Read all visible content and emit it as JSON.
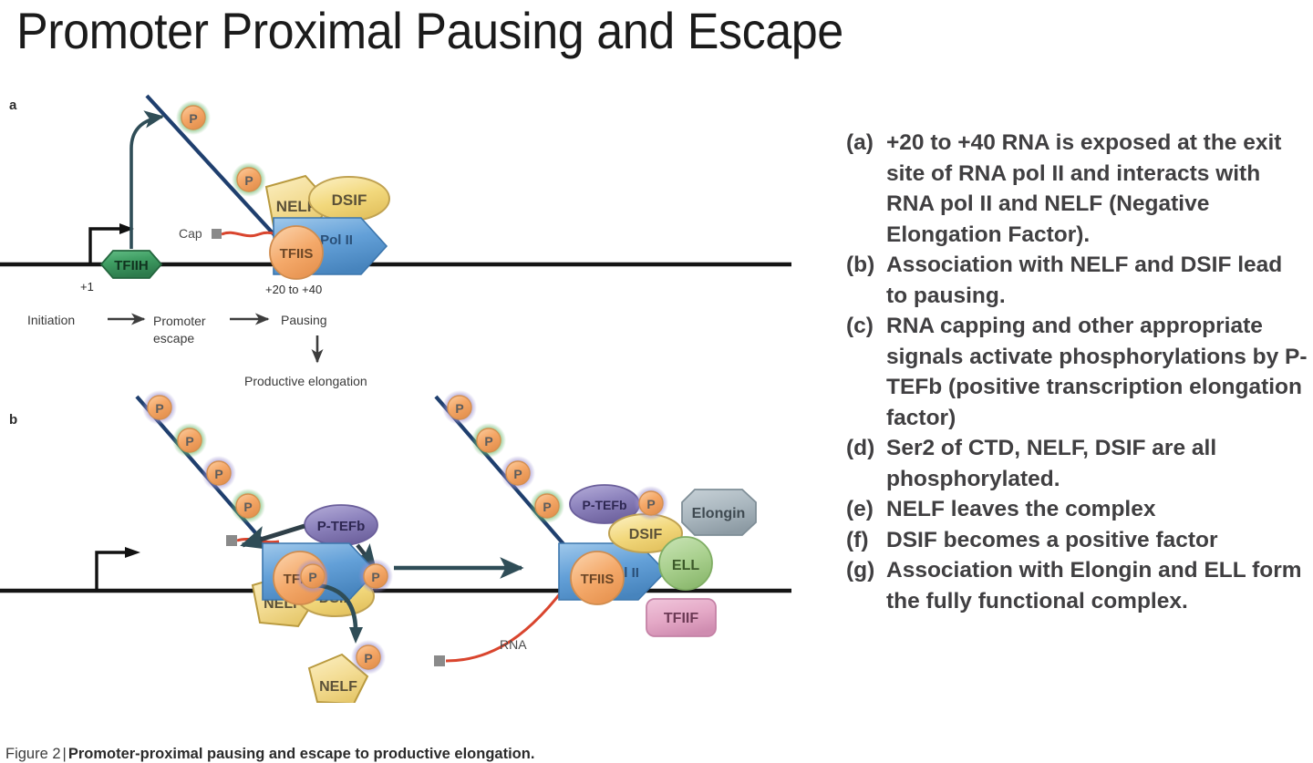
{
  "slide": {
    "title": "Promoter Proximal Pausing and Escape"
  },
  "figure": {
    "panel_a_letter": "a",
    "panel_b_letter": "b",
    "caption_number": "Figure 2",
    "caption_divider": "|",
    "caption_text": "Promoter-proximal pausing and escape to productive elongation.",
    "site_labels": {
      "tss": "+1",
      "pause_site": "+20 to +40",
      "cap": "Cap",
      "rna": "RNA"
    },
    "flow": {
      "initiation": "Initiation",
      "promoter_escape_line1": "Promoter",
      "promoter_escape_line2": "escape",
      "pausing": "Pausing",
      "productive_elongation": "Productive elongation"
    },
    "factors": {
      "tfiih": "TFIIH",
      "nelf": "NELF",
      "dsif": "DSIF",
      "polii": "Pol II",
      "tfiis": "TFIIS",
      "ptefb": "P-TEFb",
      "elongin": "Elongin",
      "ell": "ELL",
      "tfiif": "TFIIF",
      "phosphate": "P"
    },
    "colors": {
      "tfiih_green": "#3f9e63",
      "nelf_yellow": "#f5dd8d",
      "dsif_yellow": "#f3d97e",
      "polii_blue": "#63a0d8",
      "tfiis_orange": "#f4a96a",
      "ptefb_purple": "#8d83bd",
      "elongin_gray": "#a9b6be",
      "ell_green": "#a9d08e",
      "tfiif_pink": "#e4a8c6",
      "phosphate_orange": "#f6a768",
      "halo_green": "#6cb86c",
      "halo_purple": "#9a8fd0",
      "ctd_navy": "#1f3f6e",
      "rna_red": "#d9452e",
      "dna_black": "#1a1a1a",
      "arrow_teal": "#2f4d57"
    }
  },
  "notes": [
    {
      "marker": "(a)",
      "text": "+20 to +40 RNA is exposed at the exit site of RNA pol II and interacts with RNA pol II and NELF (Negative Elongation Factor)."
    },
    {
      "marker": "(b)",
      "text": "Association with NELF and DSIF lead to pausing."
    },
    {
      "marker": "(c)",
      "text": "RNA capping and other appropriate signals activate phosphorylations by P-TEFb (positive transcription elongation factor)"
    },
    {
      "marker": "(d)",
      "text": "Ser2 of CTD, NELF, DSIF are all phosphorylated."
    },
    {
      "marker": "(e)",
      "text": "NELF leaves the complex"
    },
    {
      "marker": "(f)",
      "text": "DSIF becomes a positive factor"
    },
    {
      "marker": "(g)",
      "text": "Association with Elongin and ELL form the fully functional complex."
    }
  ]
}
